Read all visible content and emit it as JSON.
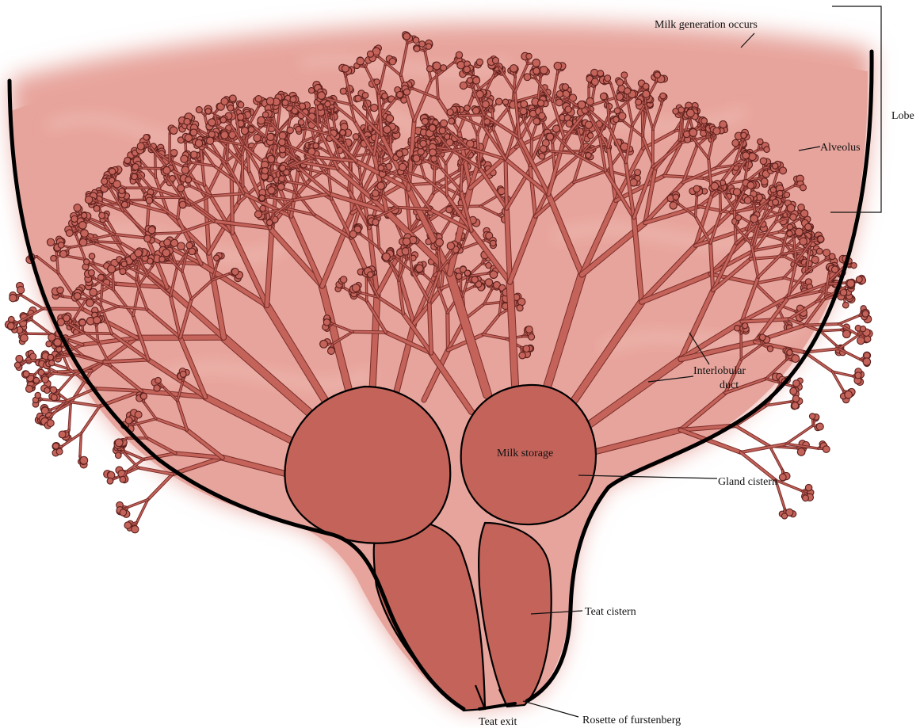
{
  "labels": {
    "milk_generation": "Milk generation occurs",
    "lobe": "Lobe",
    "alveolus": "Alveolus",
    "interlobular_line1": "Interlobular",
    "interlobular_line2": "duct",
    "milk_storage": "Milk storage",
    "gland_cistern": "Gland cistern",
    "teat_cistern": "Teat cistern",
    "teat_exit": "Teat exit",
    "rosette": "Rosette of furstenberg"
  },
  "colors": {
    "tissue": "#e7a49c",
    "tissue_light": "#f1c3bb",
    "duct": "#c4635a",
    "duct_outline": "#7a2e2a",
    "outline": "#000000",
    "leader": "#111111"
  }
}
